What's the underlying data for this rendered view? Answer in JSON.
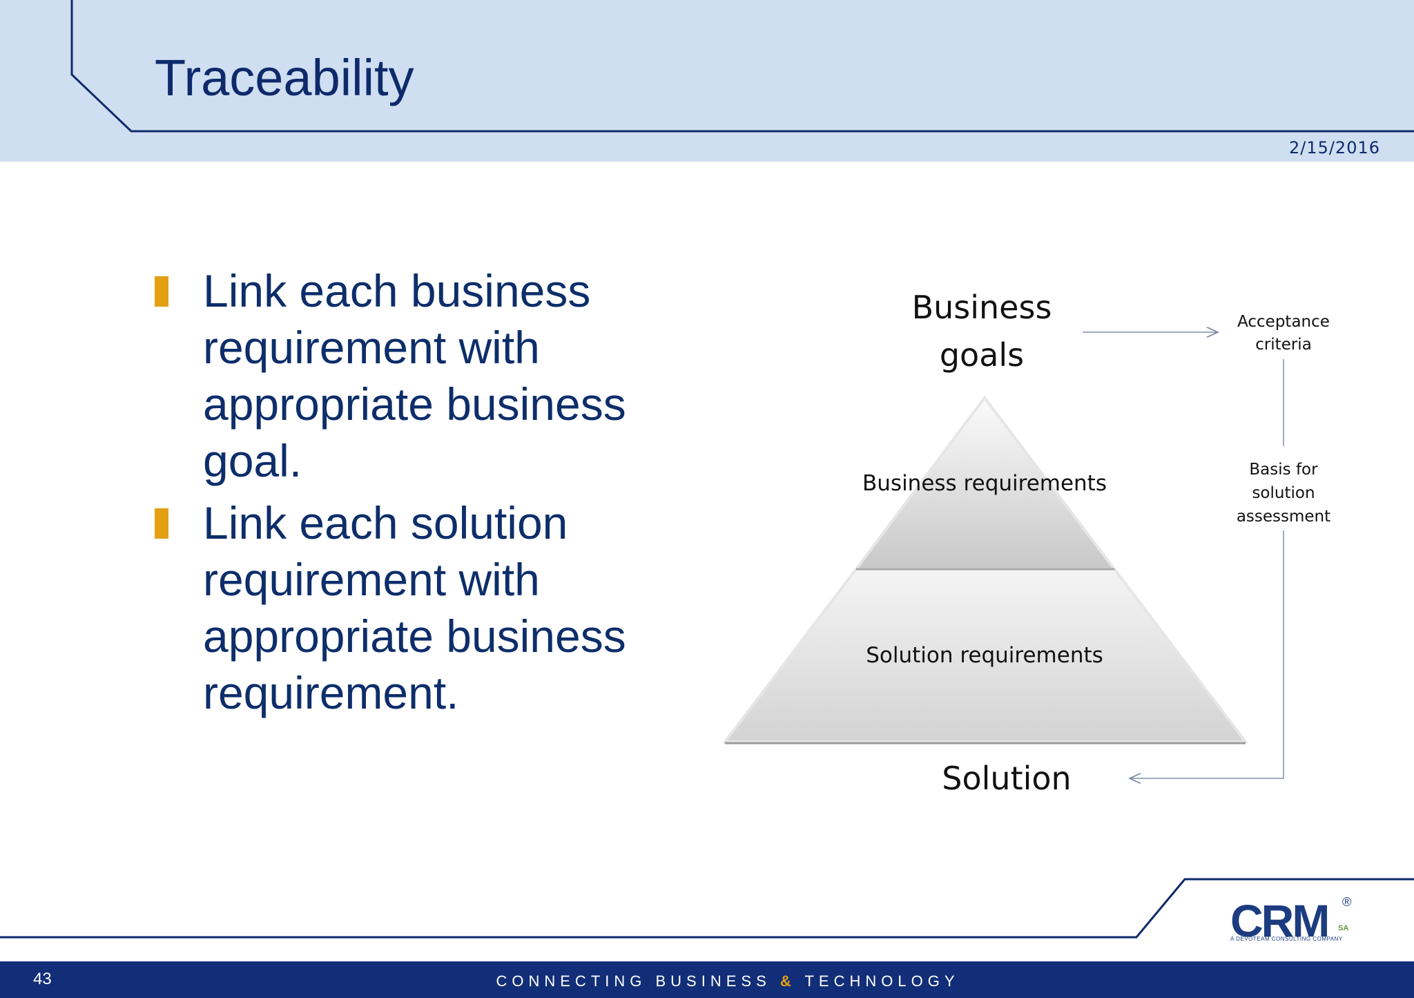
{
  "slide": {
    "title": "Traceability",
    "date": "2/15/2016",
    "page_number": "43"
  },
  "bullets": [
    "Link each business requirement with appropriate business goal.",
    "Link each solution requirement with appropriate business requirement."
  ],
  "diagram": {
    "business_goals_line1": "Business",
    "business_goals_line2": "goals",
    "business_requirements": "Business requirements",
    "solution_requirements": "Solution requirements",
    "solution": "Solution",
    "acceptance_line1": "Acceptance",
    "acceptance_line2": "criteria",
    "basis_line1": "Basis for",
    "basis_line2": "solution",
    "basis_line3": "assessment"
  },
  "footer": {
    "tagline_part1": "CONNECTING BUSINESS ",
    "tagline_amp": "&",
    "tagline_part2": " TECHNOLOGY"
  },
  "logo": {
    "text": "CRM",
    "reg": "®",
    "sa": "SA",
    "subtitle": "A DEVOTEAM CONSULTING COMPANY"
  },
  "colors": {
    "header_band": "#cfdff1",
    "navy": "#0e2a6b",
    "accent": "#e3a013",
    "footer_band": "#122e78"
  }
}
